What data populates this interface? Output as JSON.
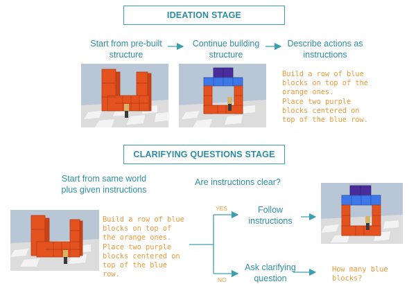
{
  "ideation": {
    "title": "IDEATION STAGE",
    "step1": [
      "Start from pre-built",
      "structure"
    ],
    "step2": [
      "Continue building",
      "structure"
    ],
    "step3": [
      "Describe actions as",
      "instructions"
    ],
    "instructions": "Build a row of blue\nblocks on top of the\norange ones.\nPlace two purple\nblocks centered on\ntop of the blue row."
  },
  "clarifying": {
    "title": "CLARIFYING QUESTIONS STAGE",
    "start": [
      "Start from same world",
      "plus given instructions"
    ],
    "question": "Are instructions clear?",
    "instructions": "Build a row of blue\nblocks on top of\nthe orange ones.\nPlace two purple\nblocks centered on\ntop of the blue\nrow.",
    "yes_label": "YES",
    "no_label": "NO",
    "follow": [
      "Follow",
      "instructions"
    ],
    "ask": [
      "Ask clarifying",
      "question"
    ],
    "clarifying_question": "How many blue\nblocks?"
  },
  "colors": {
    "teal": "#2d8ea3",
    "orange_text": "#ec9a3c",
    "orange_block": "#e4521f",
    "blue_block": "#3e78e8",
    "purple_block": "#4a2c9a"
  }
}
